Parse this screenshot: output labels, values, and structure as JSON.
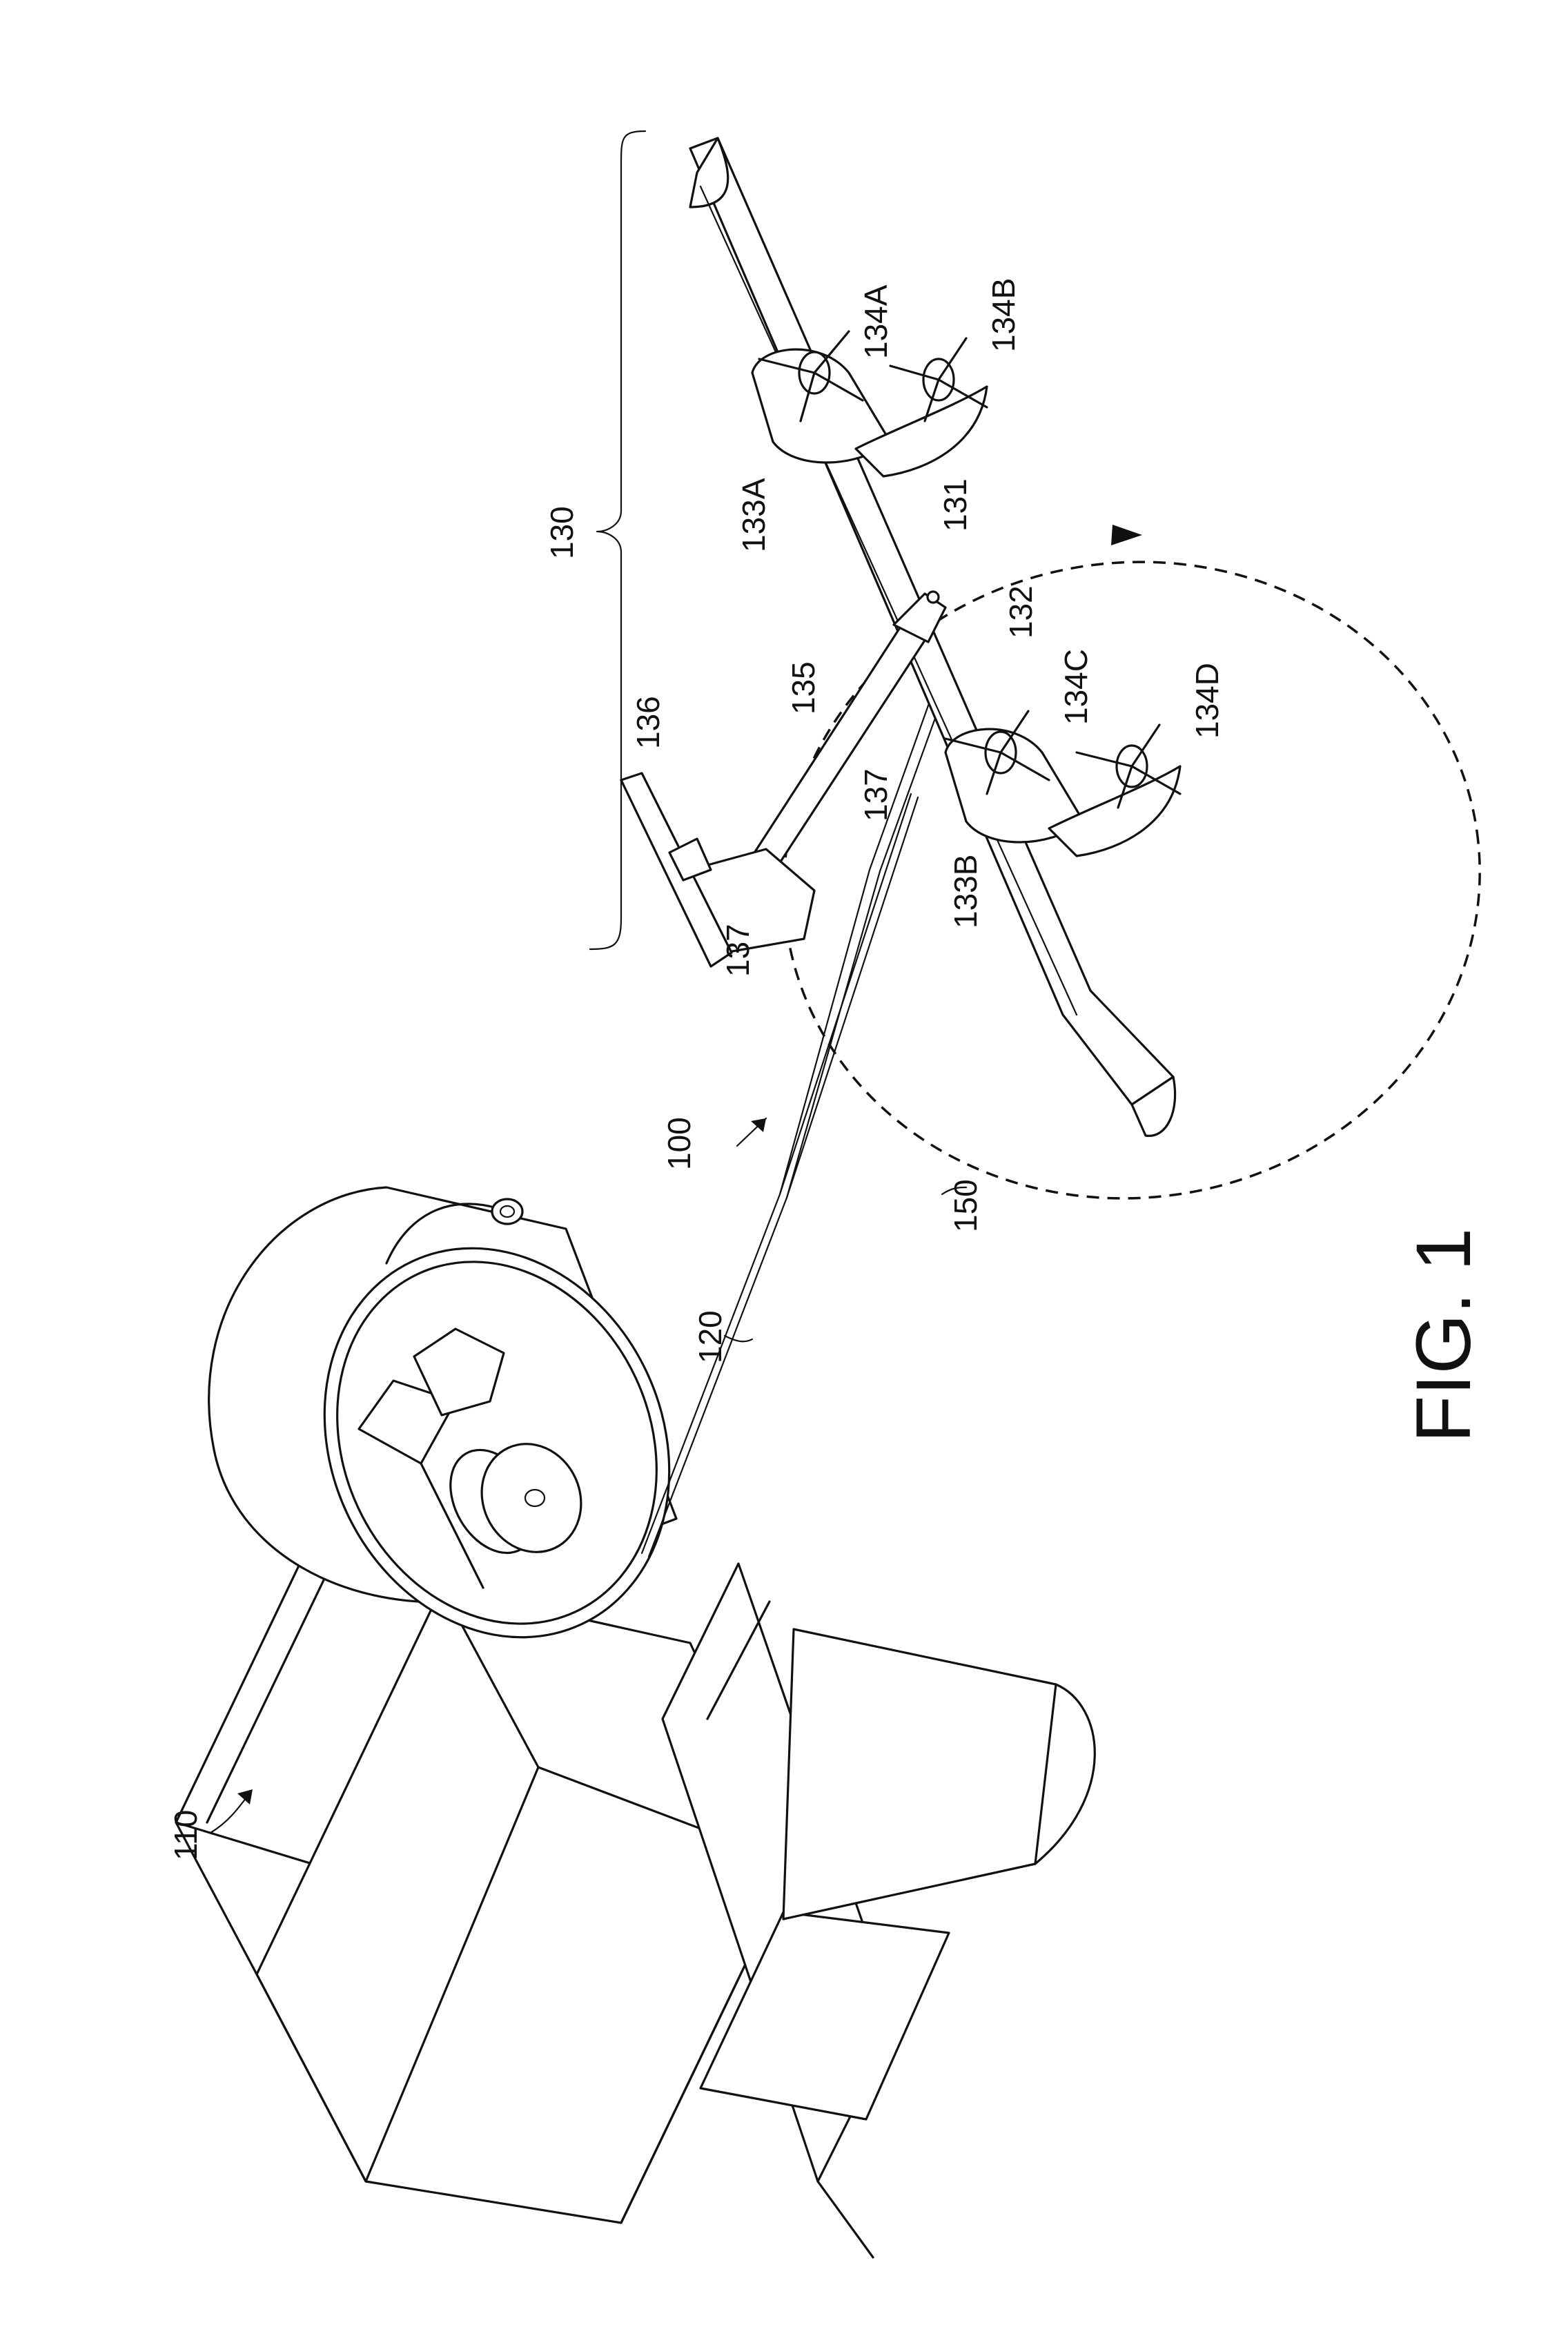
{
  "figure": {
    "caption": "FIG. 1"
  },
  "labels": {
    "system": "100",
    "ground_station": "110",
    "tether": "120",
    "aerial_vehicle": "130",
    "main_wing": "131",
    "tether_attachment": "132",
    "pylon_a": "133A",
    "pylon_b": "133B",
    "rotor_a": "134A",
    "rotor_b": "134B",
    "rotor_c": "134C",
    "rotor_d": "134D",
    "fuselage": "135",
    "tail_wing": "136",
    "vertical_stabilizer_upper": "137",
    "vertical_stabilizer_lower": "137",
    "flight_path": "150"
  }
}
